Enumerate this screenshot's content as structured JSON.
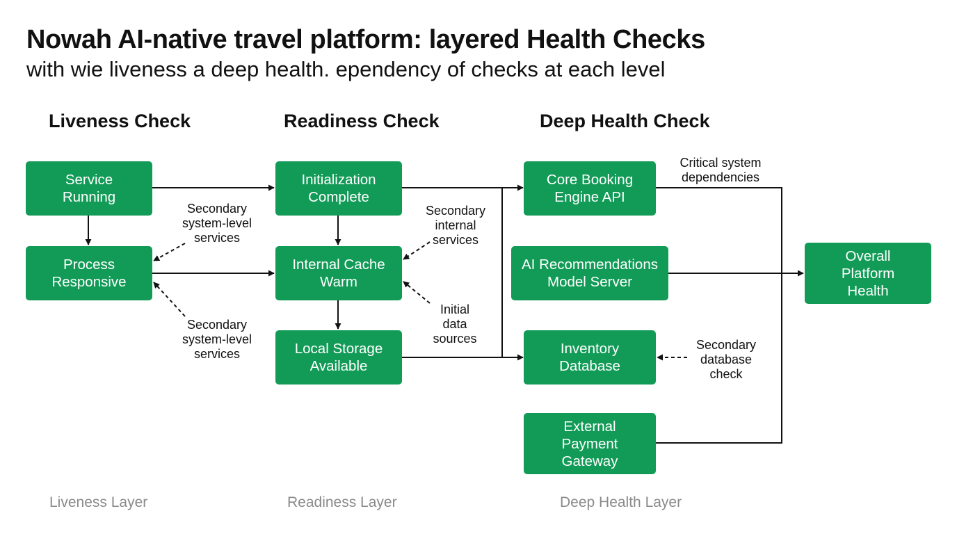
{
  "header": {
    "title": "Nowah AI-native travel platform: layered Health Checks",
    "subtitle": "with wie liveness a deep health. ependency of checks at each level"
  },
  "columns": {
    "liveness": "Liveness Check",
    "readiness": "Readiness Check",
    "deep": "Deep Health Check"
  },
  "nodes": {
    "service_running": "Service\nRunning",
    "process_responsive": "Process\nResponsive",
    "initialization_complete": "Initialization\nComplete",
    "internal_cache_warm": "Internal Cache\nWarm",
    "local_storage_available": "Local Storage\nAvailable",
    "core_booking_engine_api": "Core Booking\nEngine API",
    "ai_recommendations_model_server": "AI Recommendations\nModel Server",
    "inventory_database": "Inventory\nDatabase",
    "external_payment_gateway": "External\nPayment\nGateway",
    "overall_platform_health": "Overall\nPlatform\nHealth"
  },
  "annotations": {
    "secondary_system_level_1": "Secondary\nsystem-level\nservices",
    "secondary_system_level_2": "Secondary\nsystem-level\nservices",
    "secondary_internal_services": "Secondary\ninternal\nservices",
    "initial_data_sources": "Initial\ndata\nsources",
    "critical_system_dependencies": "Critical system\ndependencies",
    "secondary_database_check": "Secondary\ndatabase\ncheck"
  },
  "footer": {
    "liveness_layer": "Liveness Layer",
    "readiness_layer": "Readiness Layer",
    "deep_health_layer": "Deep Health Layer"
  },
  "colors": {
    "node_fill": "#129b57",
    "node_text": "#ffffff",
    "connector": "#111111",
    "layer_label": "#8a8a8a"
  }
}
